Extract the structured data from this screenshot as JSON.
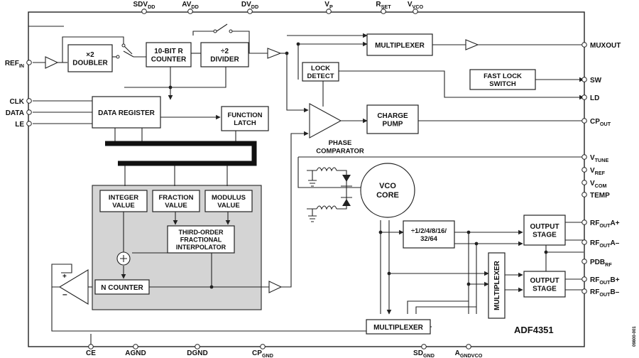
{
  "chip": {
    "name": "ADF4351"
  },
  "figure_id": "09800-001",
  "top_pins": [
    {
      "main": "SDV",
      "sub": "DD"
    },
    {
      "main": "AV",
      "sub": "DD"
    },
    {
      "main": "DV",
      "sub": "DD"
    },
    {
      "main": "V",
      "sub": "P"
    },
    {
      "main": "R",
      "sub": "SET"
    },
    {
      "main": "V",
      "sub": "VCO"
    }
  ],
  "left_pins": [
    {
      "main": "REF",
      "sub": "IN"
    },
    {
      "main": "CLK",
      "sub": ""
    },
    {
      "main": "DATA",
      "sub": ""
    },
    {
      "main": "LE",
      "sub": ""
    }
  ],
  "right_pins": [
    {
      "main": "MUXOUT",
      "sub": "",
      "tail": ""
    },
    {
      "main": "SW",
      "sub": "",
      "tail": ""
    },
    {
      "main": "LD",
      "sub": "",
      "tail": ""
    },
    {
      "main": "CP",
      "sub": "OUT",
      "tail": ""
    },
    {
      "main": "V",
      "sub": "TUNE",
      "tail": ""
    },
    {
      "main": "V",
      "sub": "REF",
      "tail": ""
    },
    {
      "main": "V",
      "sub": "COM",
      "tail": ""
    },
    {
      "main": "TEMP",
      "sub": "",
      "tail": ""
    },
    {
      "main": "RF",
      "sub": "OUT",
      "tail": "A+"
    },
    {
      "main": "RF",
      "sub": "OUT",
      "tail": "A–"
    },
    {
      "main": "PDB",
      "sub": "RF",
      "tail": ""
    },
    {
      "main": "RF",
      "sub": "OUT",
      "tail": "B+"
    },
    {
      "main": "RF",
      "sub": "OUT",
      "tail": "B–"
    }
  ],
  "bottom_pins": [
    {
      "main": "CE",
      "sub": ""
    },
    {
      "main": "AGND",
      "sub": ""
    },
    {
      "main": "DGND",
      "sub": ""
    },
    {
      "main": "CP",
      "sub": "GND"
    },
    {
      "main": "SD",
      "sub": "GND"
    },
    {
      "main": "A",
      "sub": "GNDVCO"
    }
  ],
  "blocks": {
    "doubler": [
      "×2",
      "DOUBLER"
    ],
    "r_counter": [
      "10-BIT R",
      "COUNTER"
    ],
    "divider": [
      "÷2",
      "DIVIDER"
    ],
    "multiplexer_top": [
      "MULTIPLEXER"
    ],
    "lock_detect": [
      "LOCK",
      "DETECT"
    ],
    "fast_lock": [
      "FAST LOCK",
      "SWITCH"
    ],
    "data_register": [
      "DATA REGISTER"
    ],
    "function_latch": [
      "FUNCTION",
      "LATCH"
    ],
    "charge_pump": [
      "CHARGE",
      "PUMP"
    ],
    "phase_comparator": [
      "PHASE",
      "COMPARATOR"
    ],
    "vco_core": [
      "VCO",
      "CORE"
    ],
    "integer_value": [
      "INTEGER",
      "VALUE"
    ],
    "fraction_value": [
      "FRACTION",
      "VALUE"
    ],
    "modulus_value": [
      "MODULUS",
      "VALUE"
    ],
    "interpolator": [
      "THIRD-ORDER",
      "FRACTIONAL",
      "INTERPOLATOR"
    ],
    "n_counter": [
      "N COUNTER"
    ],
    "output_divider": [
      "÷1/2/4/8/16/",
      "32/64"
    ],
    "output_stage_a": [
      "OUTPUT",
      "STAGE"
    ],
    "output_stage_b": [
      "OUTPUT",
      "STAGE"
    ],
    "multiplexer_vert": [
      "MULTIPLEXER"
    ],
    "multiplexer_bottom": [
      "MULTIPLEXER"
    ]
  }
}
